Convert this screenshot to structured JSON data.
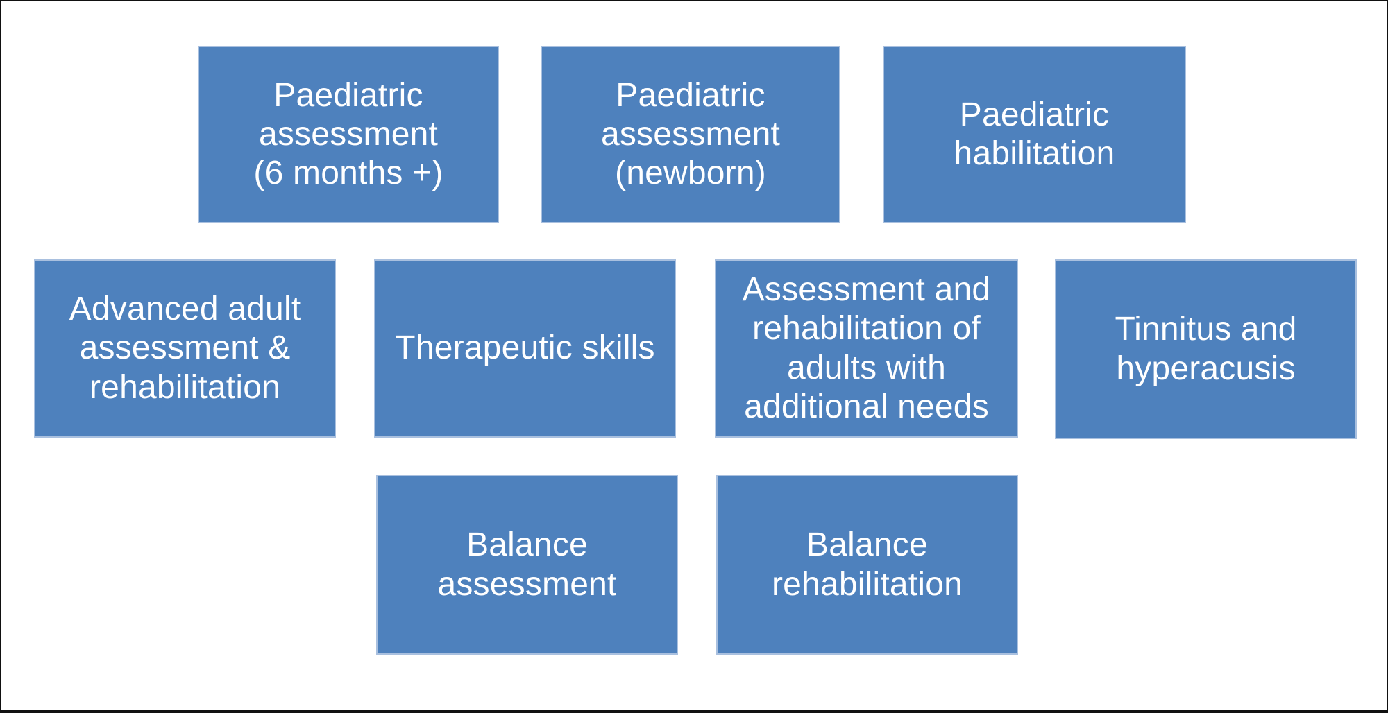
{
  "diagram": {
    "colors": {
      "shape_fill": "#4e81bd",
      "shape_border": "#a9c0df",
      "text": "#ffffff",
      "background": "#ffffff",
      "frame": "#111111"
    },
    "boxes": [
      {
        "id": "paediatric-assessment-6-months-plus",
        "label": "Paediatric\nassessment\n(6 months +)"
      },
      {
        "id": "paediatric-assessment-newborn",
        "label": "Paediatric\nassessment\n(newborn)"
      },
      {
        "id": "paediatric-habilitation",
        "label": "Paediatric\nhabilitation"
      },
      {
        "id": "advanced-adult-assessment-rehabilitation",
        "label": "Advanced adult\nassessment &\nrehabilitation"
      },
      {
        "id": "therapeutic-skills",
        "label": "Therapeutic skills"
      },
      {
        "id": "assessment-rehabilitation-adults-additional-needs",
        "label": "Assessment and\nrehabilitation of\nadults with\nadditional needs"
      },
      {
        "id": "tinnitus-and-hyperacusis",
        "label": "Tinnitus and\nhyperacusis"
      },
      {
        "id": "balance-assessment",
        "label": "Balance assessment"
      },
      {
        "id": "balance-rehabilitation",
        "label": "Balance\nrehabilitation"
      }
    ]
  }
}
